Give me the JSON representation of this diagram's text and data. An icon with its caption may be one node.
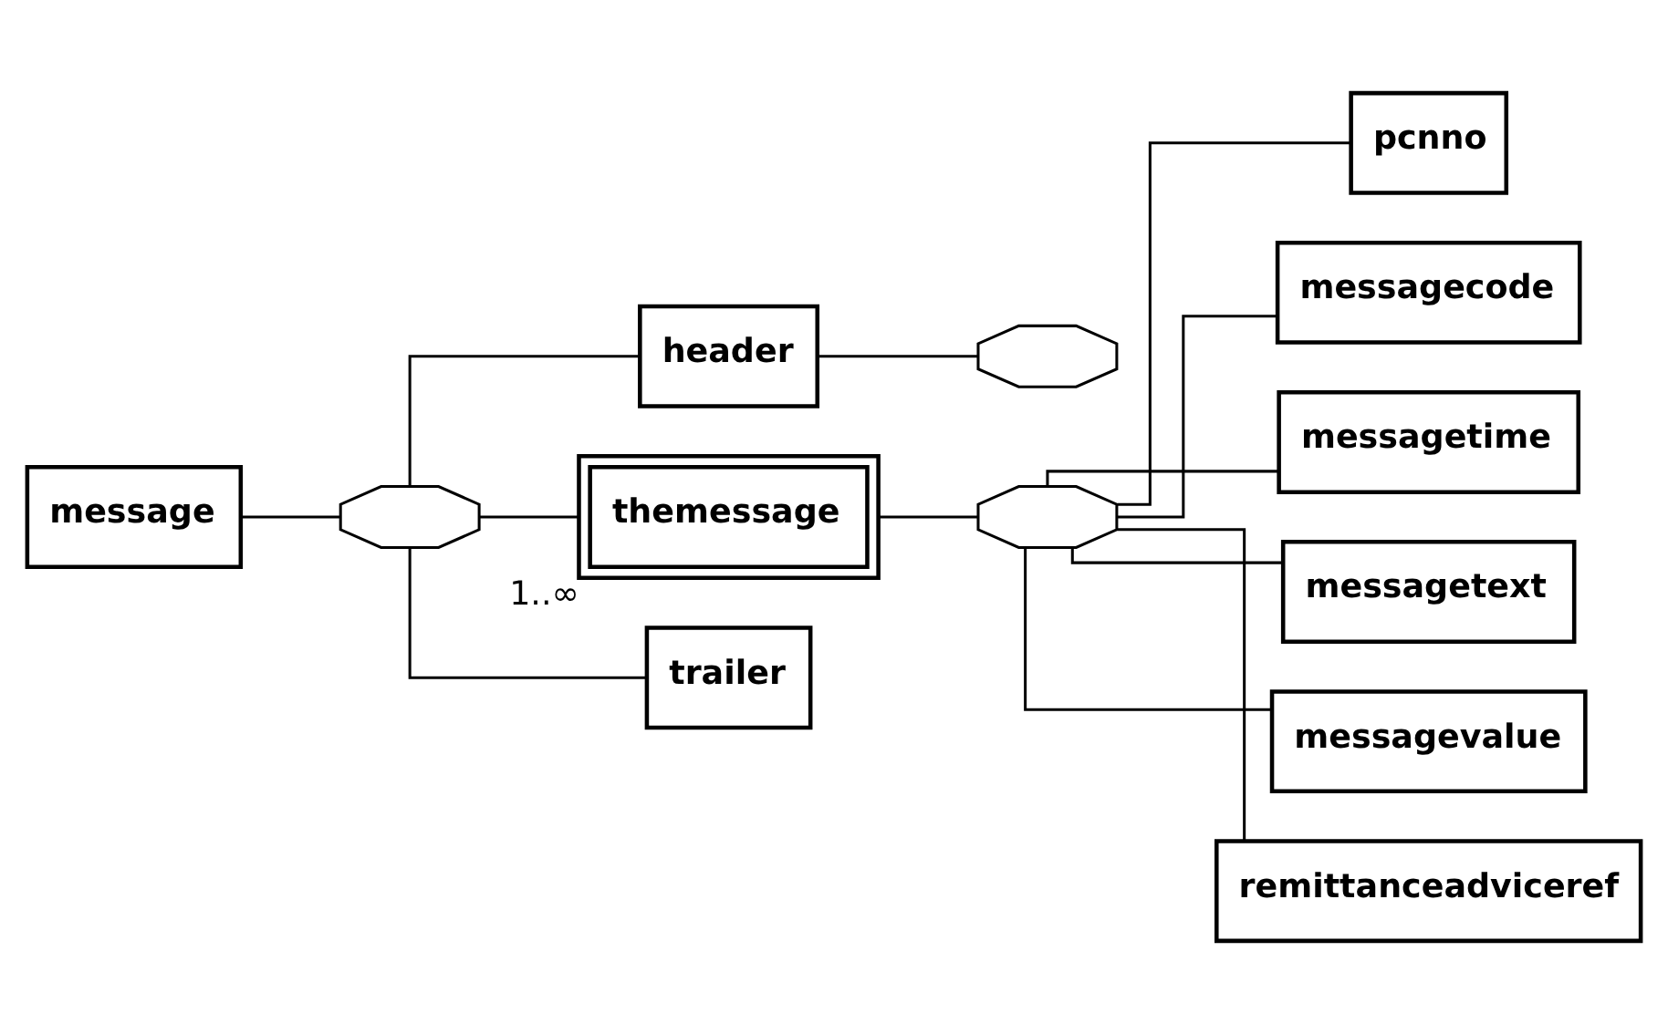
{
  "diagram": {
    "nodes": [
      {
        "text": [
          "message"
        ]
      },
      {
        "text": [],
        "shape": "octagon"
      },
      {
        "text": [
          "header"
        ]
      },
      {
        "text": [],
        "shape": "octagon"
      },
      {
        "text": [
          "themessage"
        ],
        "beside": [
          "1..∞"
        ]
      },
      {
        "text": [],
        "shape": "octagon"
      },
      {
        "text": [
          "pcnno"
        ]
      },
      {
        "text": [
          "messagecode"
        ]
      },
      {
        "text": [
          "messagetime"
        ]
      },
      {
        "text": [
          "messagetext"
        ]
      },
      {
        "text": [
          "messagevalue"
        ]
      },
      {
        "text": [
          "remittanceadviceref"
        ]
      },
      {
        "text": [
          "trailer"
        ]
      }
    ],
    "edges": [
      {
        "from": 0,
        "to": 1,
        "arrow": "none"
      },
      {
        "from": 1,
        "to": 2,
        "arrow": "none"
      },
      {
        "from": 2,
        "to": 3,
        "arrow": "none"
      },
      {
        "from": 1,
        "to": 4,
        "arrow": "none"
      },
      {
        "from": 4,
        "to": 5,
        "arrow": "none"
      },
      {
        "from": 5,
        "to": 6,
        "arrow": "none"
      },
      {
        "from": 5,
        "to": 7,
        "arrow": "none"
      },
      {
        "from": 5,
        "to": 8,
        "arrow": "none"
      },
      {
        "from": 5,
        "to": 9,
        "arrow": "none"
      },
      {
        "from": 5,
        "to": 10,
        "arrow": "none"
      },
      {
        "from": 5,
        "to": 11,
        "arrow": "none"
      },
      {
        "from": 1,
        "to": 12,
        "arrow": "none"
      }
    ]
  }
}
